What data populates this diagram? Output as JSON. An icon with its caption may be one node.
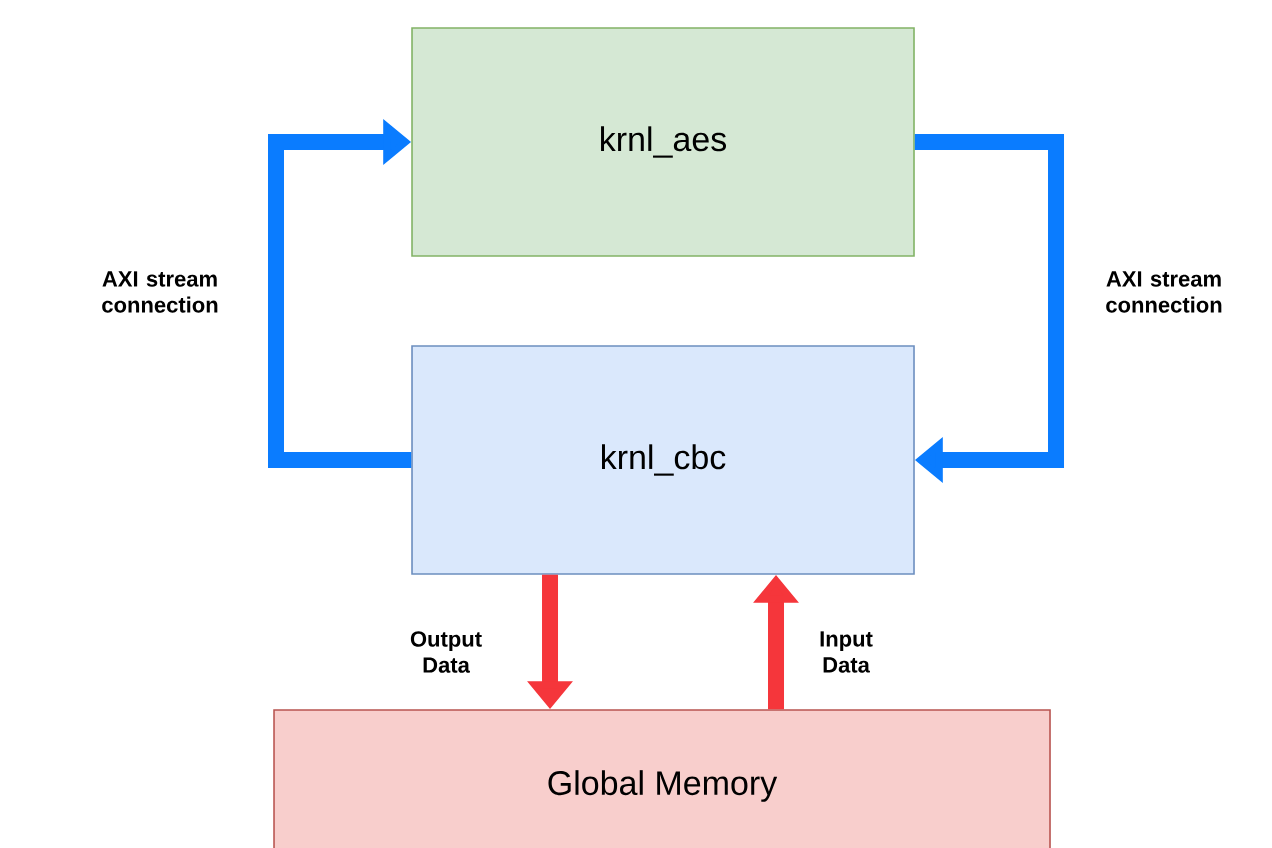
{
  "diagram": {
    "nodes": [
      {
        "text": [
          "krnl_aes"
        ]
      },
      {
        "text": [
          "krnl_cbc"
        ]
      },
      {
        "text": [
          "Global Memory"
        ]
      }
    ],
    "edges": [
      {
        "from": 1,
        "to": 0,
        "arrow": "to",
        "label": "AXI stream connection",
        "color": "#0a7cff"
      },
      {
        "from": 0,
        "to": 1,
        "arrow": "to",
        "label": "AXI stream connection",
        "color": "#0a7cff"
      },
      {
        "from": 1,
        "to": 2,
        "arrow": "to",
        "label": "Output Data",
        "color": "#f5363b"
      },
      {
        "from": 2,
        "to": 1,
        "arrow": "to",
        "label": "Input Data",
        "color": "#f5363b"
      }
    ]
  }
}
